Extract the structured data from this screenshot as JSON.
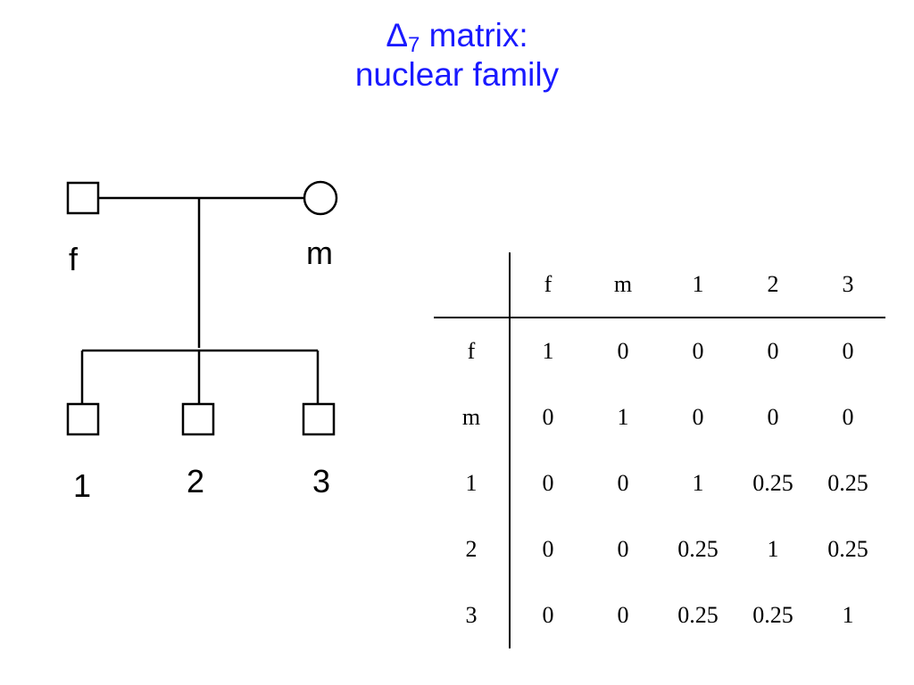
{
  "title": {
    "symbol": "Δ",
    "subscript": "7",
    "line1_rest": " matrix:",
    "line2": "nuclear family",
    "color": "#1a1aff"
  },
  "pedigree": {
    "father_label": "f",
    "mother_label": "m",
    "children_labels": [
      "1",
      "2",
      "3"
    ],
    "father_shape": "square",
    "mother_shape": "circle",
    "child_shape": "square"
  },
  "matrix": {
    "corner": "",
    "column_headers": [
      "f",
      "m",
      "1",
      "2",
      "3"
    ],
    "rows": [
      {
        "label": "f",
        "cells": [
          "1",
          "0",
          "0",
          "0",
          "0"
        ]
      },
      {
        "label": "m",
        "cells": [
          "0",
          "1",
          "0",
          "0",
          "0"
        ]
      },
      {
        "label": "1",
        "cells": [
          "0",
          "0",
          "1",
          "0.25",
          "0.25"
        ]
      },
      {
        "label": "2",
        "cells": [
          "0",
          "0",
          "0.25",
          "1",
          "0.25"
        ]
      },
      {
        "label": "3",
        "cells": [
          "0",
          "0",
          "0.25",
          "0.25",
          "1"
        ]
      }
    ]
  }
}
